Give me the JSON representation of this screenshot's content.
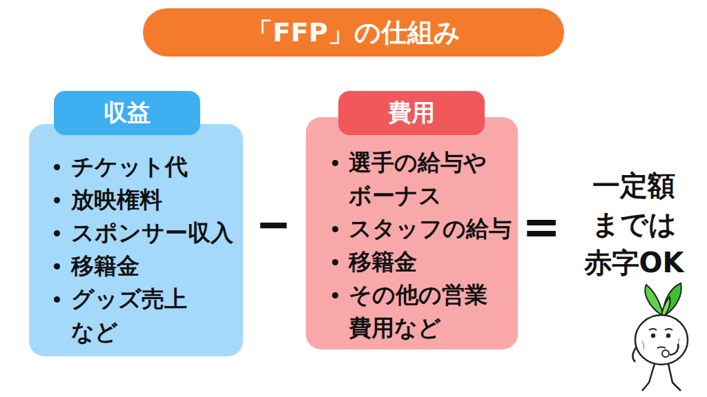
{
  "diagram": {
    "title": "「FFP」の仕組み",
    "nodes": [
      {
        "text": [
          "収益",
          "チケット代",
          "放映権料",
          "スポンサー収入",
          "移籍金",
          "グッズ売上 など"
        ]
      },
      {
        "text": [
          "費用",
          "選手の給与や ボーナス",
          "スタッフの給与",
          "移籍金",
          "その他の営業 費用など"
        ]
      }
    ],
    "labels": [
      "−",
      "=",
      "一定額 までは 赤字OK"
    ]
  }
}
